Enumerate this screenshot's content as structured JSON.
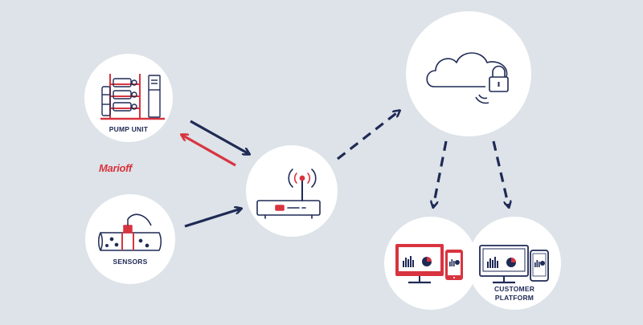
{
  "labels": {
    "pump_unit": "PUMP UNIT",
    "sensors": "SENSORS",
    "customer_platform_line1": "CUSTOMER",
    "customer_platform_line2": "PLATFORM"
  },
  "brand": {
    "name": "Marioff"
  },
  "colors": {
    "background": "#dde3e8",
    "navy": "#1f2a55",
    "red": "#d8343f",
    "white": "#ffffff"
  },
  "icons": {
    "pump_unit": "pump-unit-icon",
    "sensors": "pipe-sensor-icon",
    "gateway": "router-icon",
    "cloud": "cloud-lock-icon",
    "monitor_red": "monitor-tablet-icon",
    "monitor_navy": "monitor-tablet-icon"
  }
}
